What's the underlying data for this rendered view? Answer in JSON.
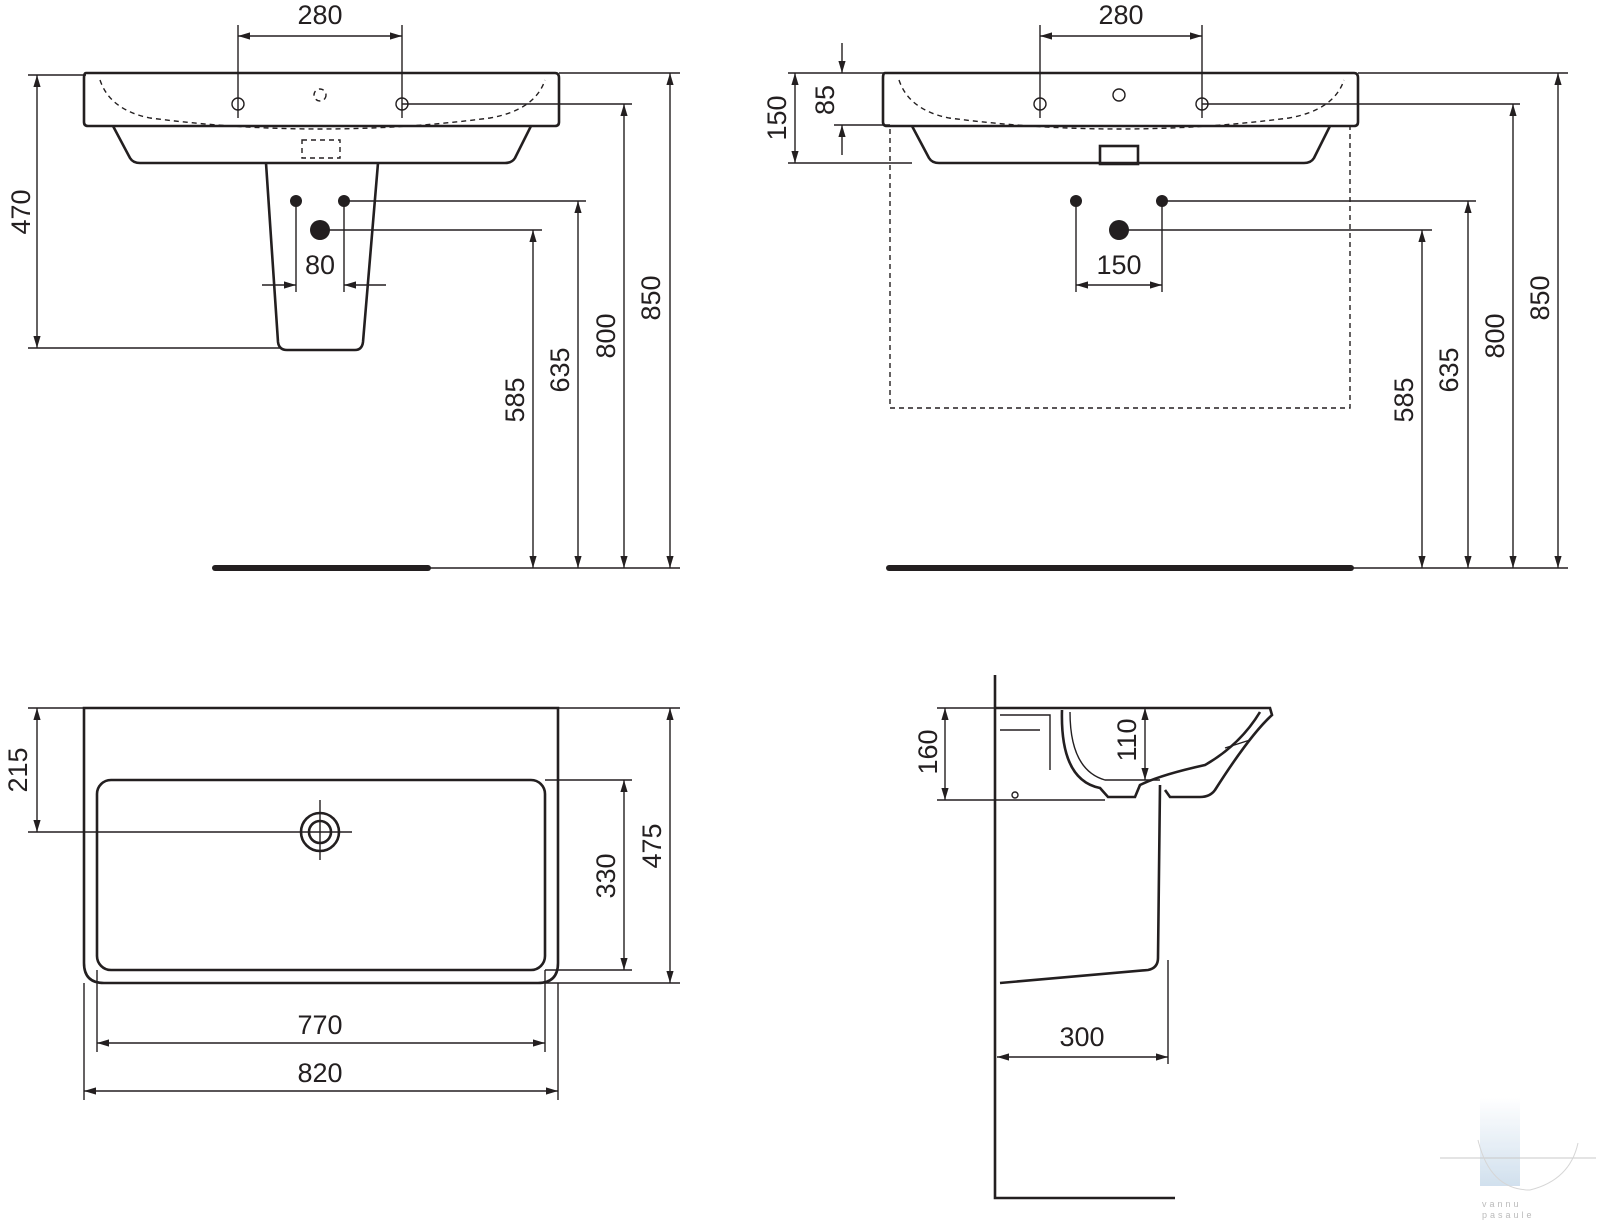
{
  "front_view": {
    "tap_spacing": "280",
    "pipe_spacing": "80",
    "pedestal_height": "470",
    "waste_height": "585",
    "supply_height": "635",
    "tap_height": "800",
    "rim_height": "850"
  },
  "front_view_cabinet": {
    "tap_spacing": "280",
    "rim_to_bowl": "85",
    "basin_depth": "150",
    "pipe_spacing": "150",
    "waste_height": "585",
    "supply_height": "635",
    "tap_height": "800",
    "rim_height": "850"
  },
  "plan_view": {
    "waste_from_back": "215",
    "bowl_depth": "330",
    "total_depth": "475",
    "bowl_width": "770",
    "total_width": "820"
  },
  "side_view": {
    "basin_height": "160",
    "bowl_depth": "110",
    "pedestal_depth": "300"
  },
  "watermark": {
    "line1": "vannu",
    "line2": "pasaule"
  }
}
